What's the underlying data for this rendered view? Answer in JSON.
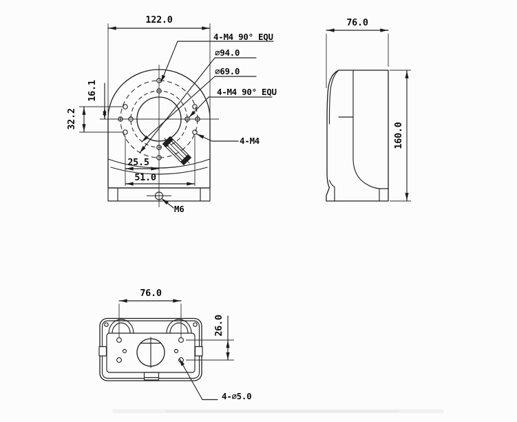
{
  "front_view": {
    "dim_width": "122.0",
    "dim_hole_offset": "16.1",
    "dim_hole_pitch": "32.2",
    "dim_slot_offset": "25.5",
    "dim_hole_span": "51.0",
    "label_outer_holes": "4-M4 90° EQU",
    "label_outer_circle": "∅94.0",
    "label_inner_circle": "∅69.0",
    "label_inner_holes": "4-M4 90° EQU",
    "label_side_holes": "4-M4",
    "label_bottom_screw": "M6"
  },
  "side_view": {
    "dim_depth": "76.0",
    "dim_height": "160.0"
  },
  "bottom_view": {
    "dim_hole_width": "76.0",
    "dim_hole_height": "26.0",
    "label_holes": "4-∅5.0"
  },
  "colors": {
    "line": "#222222",
    "background": "#fcfcfc"
  }
}
